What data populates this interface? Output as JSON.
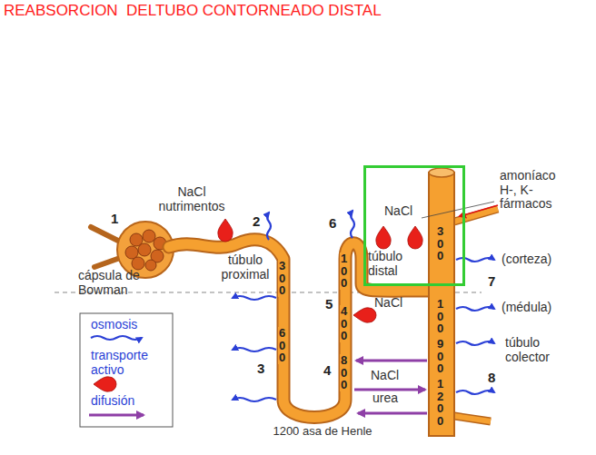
{
  "diagram": {
    "title": "REABSORCION  DELTUBO CONTORNEADO DISTAL",
    "nodes": [
      {
        "text": [
          "NaCl",
          "túbulo distal",
          "300"
        ]
      }
    ],
    "labels": [
      "1",
      "NaCl nutrimentos",
      "2",
      "túbulo proximal",
      "cápsula de Bowman",
      "300",
      "600",
      "3",
      "6",
      "100",
      "5",
      "400",
      "4",
      "800",
      "NaCl",
      "NaCl",
      "urea",
      "1200 asa de Henle",
      "100",
      "900",
      "1200",
      "amoníaco H-, K- fármacos",
      "(corteza)",
      "7",
      "(médula)",
      "túbulo colector",
      "8"
    ],
    "legend": [
      {
        "text": "osmosis"
      },
      {
        "text": "transporte activo"
      },
      {
        "text": "difusión"
      }
    ]
  }
}
